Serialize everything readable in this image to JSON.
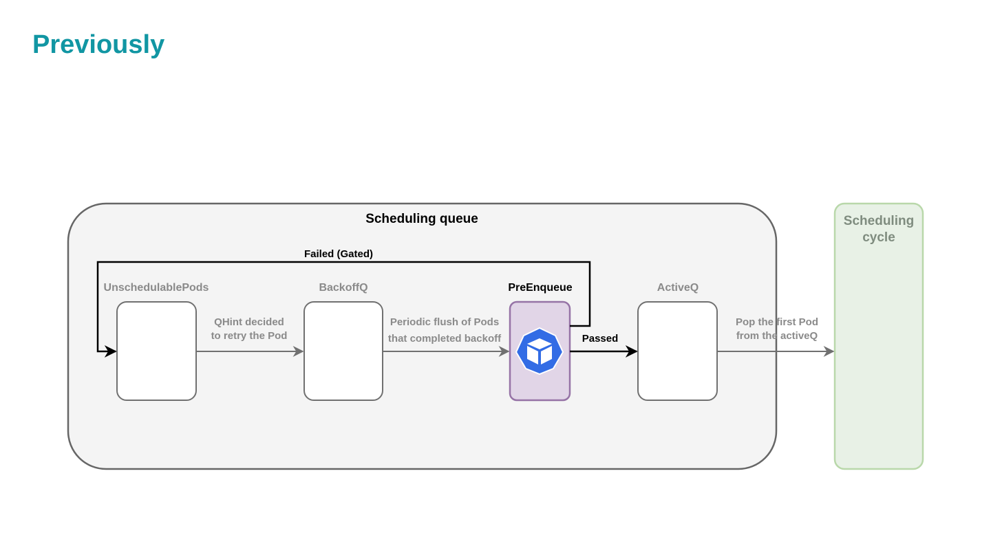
{
  "slide": {
    "title": "Previously"
  },
  "diagram": {
    "queue_label": "Scheduling queue",
    "cycle_label_line1": "Scheduling",
    "cycle_label_line2": "cycle",
    "nodes": {
      "unschedulable": "UnschedulablePods",
      "backoff": "BackoffQ",
      "preenqueue": "PreEnqueue",
      "active": "ActiveQ"
    },
    "edges": {
      "qhint_line1": "QHint decided",
      "qhint_line2": "to retry the Pod",
      "flush_line1": "Periodic flush of Pods",
      "flush_line2": "that completed backoff",
      "passed": "Passed",
      "failed": "Failed (Gated)",
      "pop_line1": "Pop the first Pod",
      "pop_line2": "from the activeQ"
    },
    "colors": {
      "title": "#1196a3",
      "queue_fill": "#f4f4f4",
      "preenqueue_fill": "#e1d5e7",
      "preenqueue_border": "#9673a6",
      "cycle_fill": "#e8f1e6",
      "cycle_border": "#b9d8aa",
      "kubernetes_blue": "#326ce5"
    },
    "icons": {
      "preenqueue": "kubernetes-cube-icon"
    }
  }
}
